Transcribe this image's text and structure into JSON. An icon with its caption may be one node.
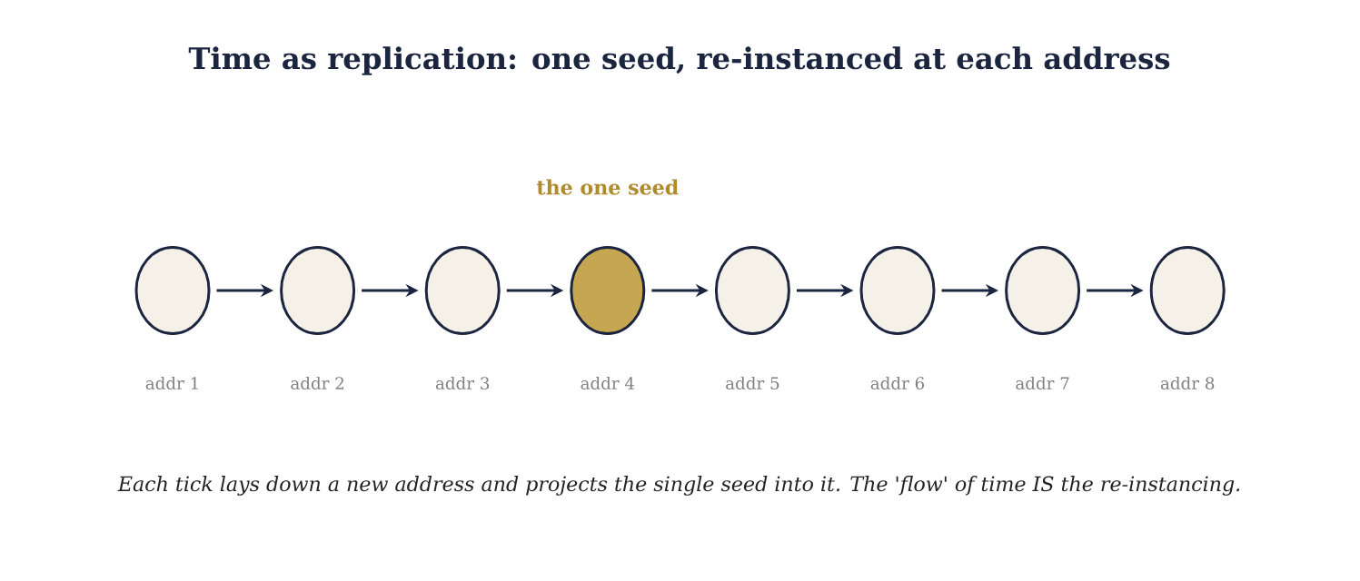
{
  "diagram": {
    "title": "Time as replication: one seed, re-instanced at each address",
    "caption": "Each tick lays down a new address and projects the single seed into it. The 'flow' of time IS the re-instancing.",
    "nodes": [
      {
        "text": [],
        "shape": "circle",
        "beside": [
          "addr 1"
        ]
      },
      {
        "text": [],
        "shape": "circle",
        "beside": [
          "addr 2"
        ]
      },
      {
        "text": [],
        "shape": "circle",
        "beside": [
          "addr 3"
        ]
      },
      {
        "text": [],
        "shape": "circle",
        "beside": [
          "the one seed",
          "addr 4"
        ]
      },
      {
        "text": [],
        "shape": "circle",
        "beside": [
          "addr 5"
        ]
      },
      {
        "text": [],
        "shape": "circle",
        "beside": [
          "addr 6"
        ]
      },
      {
        "text": [],
        "shape": "circle",
        "beside": [
          "addr 7"
        ]
      },
      {
        "text": [],
        "shape": "circle",
        "beside": [
          "addr 8"
        ]
      }
    ],
    "edges": [
      {
        "from": 0,
        "to": 1,
        "arrow": "to"
      },
      {
        "from": 1,
        "to": 2,
        "arrow": "to"
      },
      {
        "from": 2,
        "to": 3,
        "arrow": "to"
      },
      {
        "from": 3,
        "to": 4,
        "arrow": "to"
      },
      {
        "from": 4,
        "to": 5,
        "arrow": "to"
      },
      {
        "from": 5,
        "to": 6,
        "arrow": "to"
      },
      {
        "from": 6,
        "to": 7,
        "arrow": "to"
      }
    ]
  }
}
